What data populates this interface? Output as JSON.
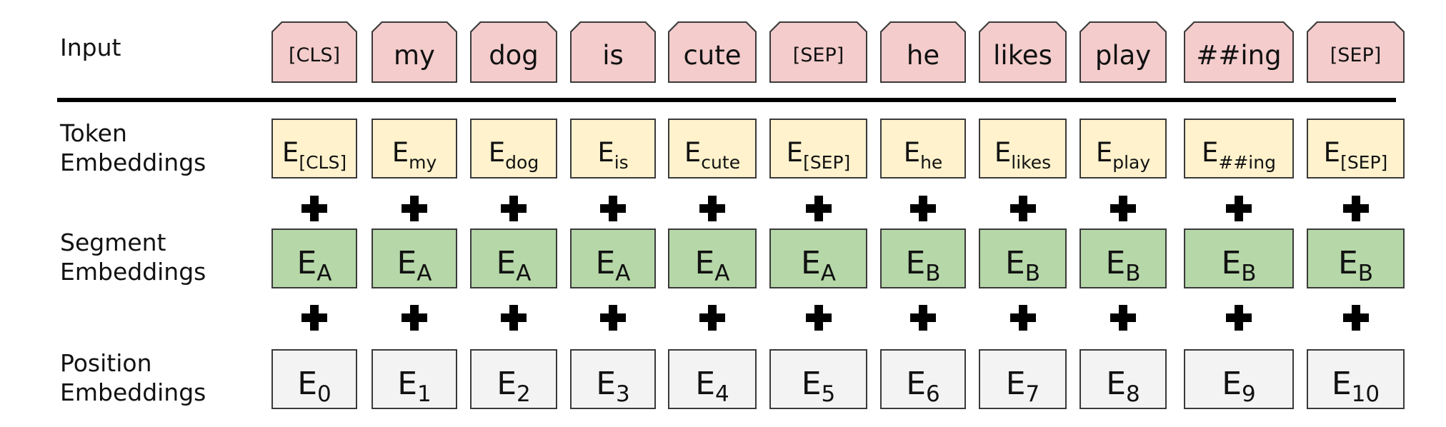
{
  "row_labels": {
    "input": "Input",
    "token_line1": "Token",
    "token_line2": "Embeddings",
    "segment_line1": "Segment",
    "segment_line2": "Embeddings",
    "position_line1": "Position",
    "position_line2": "Embeddings"
  },
  "inputs": [
    "[CLS]",
    "my",
    "dog",
    "is",
    "cute",
    "[SEP]",
    "he",
    "likes",
    "play",
    "##ing",
    "[SEP]"
  ],
  "token_embeddings": [
    {
      "main": "E",
      "sub": "[CLS]"
    },
    {
      "main": "E",
      "sub": "my"
    },
    {
      "main": "E",
      "sub": "dog"
    },
    {
      "main": "E",
      "sub": "is"
    },
    {
      "main": "E",
      "sub": "cute"
    },
    {
      "main": "E",
      "sub": "[SEP]"
    },
    {
      "main": "E",
      "sub": "he"
    },
    {
      "main": "E",
      "sub": "likes"
    },
    {
      "main": "E",
      "sub": "play"
    },
    {
      "main": "E",
      "sub": "##ing"
    },
    {
      "main": "E",
      "sub": "[SEP]"
    }
  ],
  "segment_embeddings": [
    {
      "main": "E",
      "sub": "A"
    },
    {
      "main": "E",
      "sub": "A"
    },
    {
      "main": "E",
      "sub": "A"
    },
    {
      "main": "E",
      "sub": "A"
    },
    {
      "main": "E",
      "sub": "A"
    },
    {
      "main": "E",
      "sub": "A"
    },
    {
      "main": "E",
      "sub": "B"
    },
    {
      "main": "E",
      "sub": "B"
    },
    {
      "main": "E",
      "sub": "B"
    },
    {
      "main": "E",
      "sub": "B"
    },
    {
      "main": "E",
      "sub": "B"
    }
  ],
  "position_embeddings": [
    {
      "main": "E",
      "sub": "0"
    },
    {
      "main": "E",
      "sub": "1"
    },
    {
      "main": "E",
      "sub": "2"
    },
    {
      "main": "E",
      "sub": "3"
    },
    {
      "main": "E",
      "sub": "4"
    },
    {
      "main": "E",
      "sub": "5"
    },
    {
      "main": "E",
      "sub": "6"
    },
    {
      "main": "E",
      "sub": "7"
    },
    {
      "main": "E",
      "sub": "8"
    },
    {
      "main": "E",
      "sub": "9"
    },
    {
      "main": "E",
      "sub": "10"
    }
  ],
  "operators": {
    "sum_symbol": "+"
  },
  "colors": {
    "input_fill": "#f4cccc",
    "token_fill": "#fff2cc",
    "segment_fill": "#b6d7a8",
    "position_fill": "#f3f3f3",
    "border": "#3a3a3a"
  }
}
